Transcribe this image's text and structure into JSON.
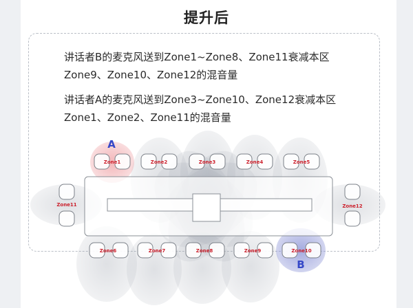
{
  "title": "提升后",
  "paragraphs": [
    [
      "讲话者B的麦克风送到Zone1~Zone8、Zone11衰减本区",
      "Zone9、Zone10、Zone12的混音量"
    ],
    [
      "讲话者A的麦克风送到Zone3~Zone10、Zone12衰减本区",
      "Zone1、Zone2、Zone11的混音量"
    ]
  ],
  "speakers": {
    "a": "A",
    "b": "B"
  },
  "zones": {
    "z1": "Zone1",
    "z2": "Zone2",
    "z3": "Zone3",
    "z4": "Zone4",
    "z5": "Zone5",
    "z6": "Zone6",
    "z7": "Zone7",
    "z8": "Zone8",
    "z9": "Zone9",
    "z10": "Zone10",
    "z11": "Zone11",
    "z12": "Zone12"
  },
  "colors": {
    "zone_petal": "#9aa0ab",
    "speaker_a_highlight": "#ef9ea2",
    "speaker_b_highlight": "#8e96d8",
    "zone_label": "#cc1f2b",
    "speaker_letter": "#3548c8"
  }
}
